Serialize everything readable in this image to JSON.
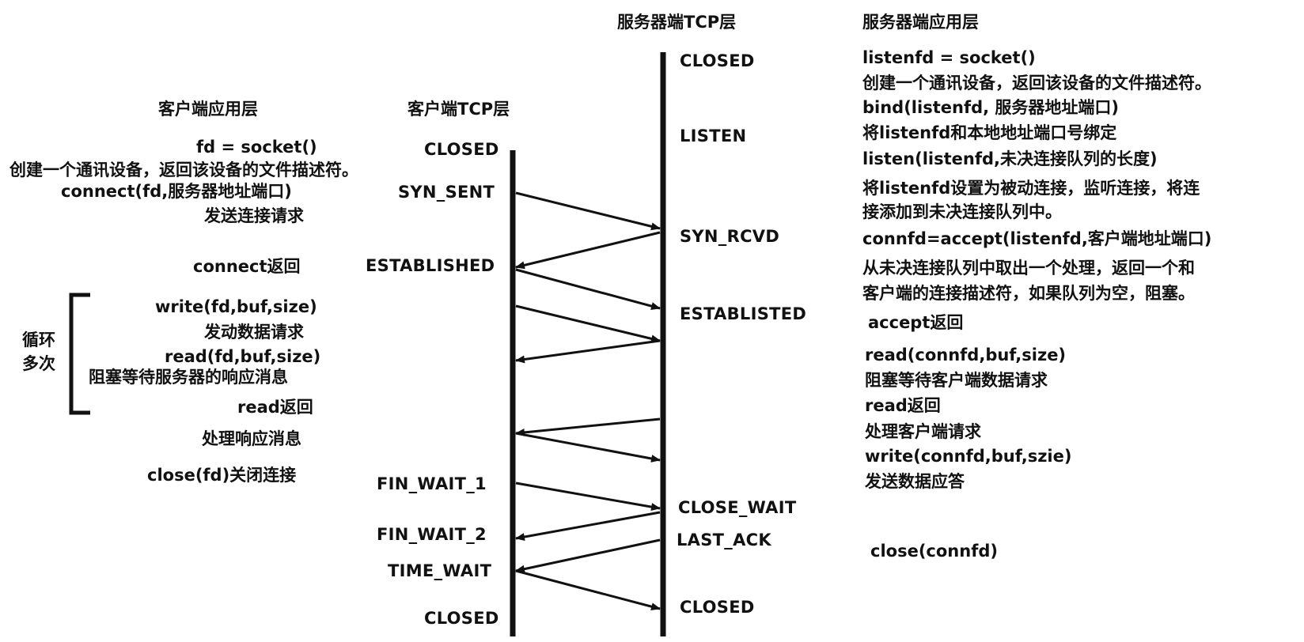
{
  "headers": {
    "server_tcp": "服务器端TCP层",
    "server_app": "服务器端应用层",
    "client_app": "客户端应用层",
    "client_tcp": "客户端TCP层"
  },
  "client_states": {
    "closed_top": "CLOSED",
    "syn_sent": "SYN_SENT",
    "established": "ESTABLISHED",
    "fin_wait_1": "FIN_WAIT_1",
    "fin_wait_2": "FIN_WAIT_2",
    "time_wait": "TIME_WAIT",
    "closed_bottom": "CLOSED"
  },
  "server_states": {
    "closed_top": "CLOSED",
    "listen": "LISTEN",
    "syn_rcvd": "SYN_RCVD",
    "established": "ESTABLISTED",
    "close_wait": "CLOSE_WAIT",
    "last_ack": "LAST_ACK",
    "closed_bottom": "CLOSED"
  },
  "client_app": {
    "socket": "fd = socket()",
    "socket_desc": "创建一个通讯设备，返回该设备的文件描述符。",
    "connect": "connect(fd,服务器地址端口)",
    "send_request": "发送连接请求",
    "connect_return": "connect返回",
    "write": "write(fd,buf,size)",
    "send_data_request": "发动数据请求",
    "read": "read(fd,buf,size)",
    "block_wait": "阻塞等待服务器的响应消息",
    "read_return": "read返回",
    "process_response": "处理响应消息",
    "close": "close(fd)关闭连接",
    "loop_line1": "循环",
    "loop_line2": "多次"
  },
  "server_app": {
    "socket": "listenfd = socket()",
    "socket_desc": "创建一个通讯设备，返回该设备的文件描述符。",
    "bind": "bind(listenfd, 服务器地址端口)",
    "bind_desc": "将listenfd和本地地址端口号绑定",
    "listen": "listen(listenfd,未决连接队列的长度)",
    "listen_desc_1": "将listenfd设置为被动连接，监听连接，将连",
    "listen_desc_2": "接添加到未决连接队列中。",
    "accept": "connfd=accept(listenfd,客户端地址端口)",
    "accept_desc_1": "从未决连接队列中取出一个处理，返回一个和",
    "accept_desc_2": "客户端的连接描述符，如果队列为空，阻塞。",
    "accept_return": "accept返回",
    "read": "read(connfd,buf,size)",
    "block_wait": "阻塞等待客户端数据请求",
    "read_return": "read返回",
    "process_request": "处理客户端请求",
    "write": "write(connfd,buf,szie)",
    "send_reply": "发送数据应答",
    "close": "close(connfd)"
  }
}
